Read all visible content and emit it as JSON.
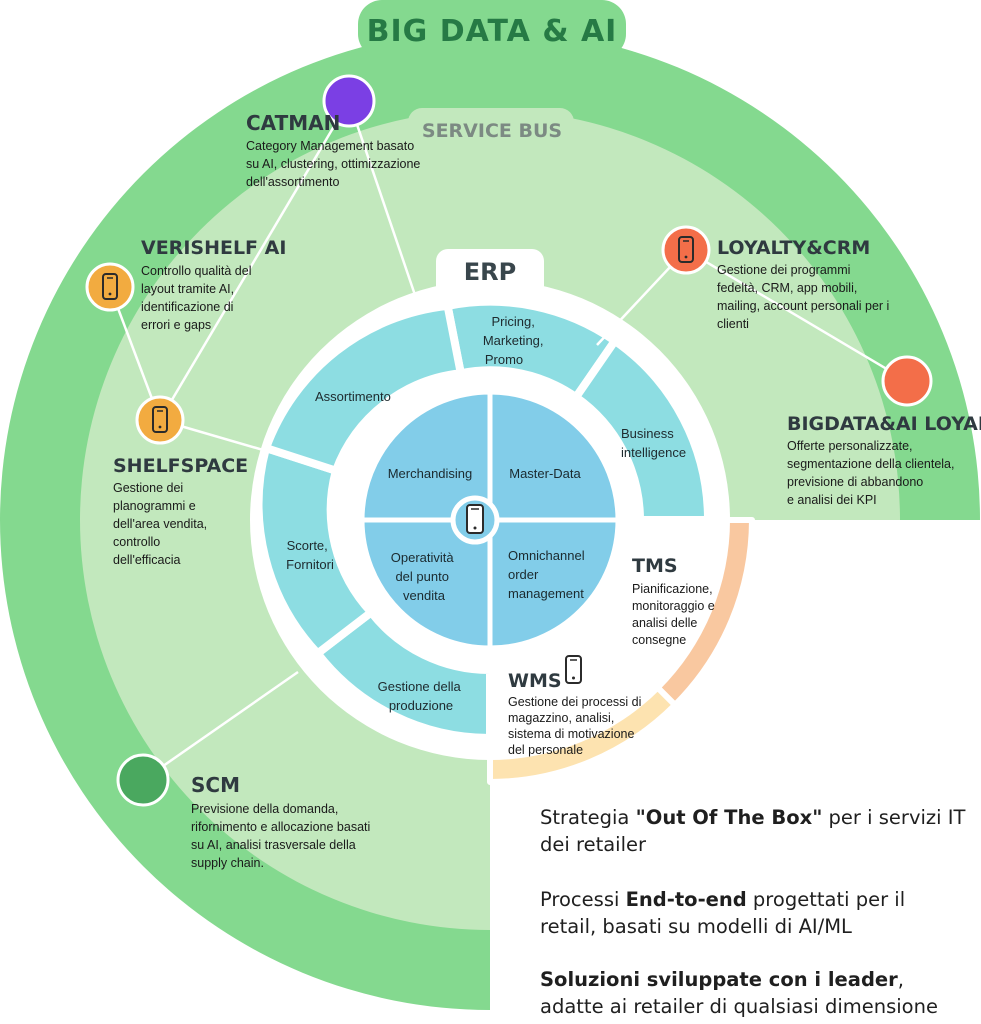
{
  "header": {
    "title": "BIG DATA & AI"
  },
  "service_bus": {
    "label": "SERVICE BUS"
  },
  "erp": {
    "label": "ERP"
  },
  "center": {
    "merchandising": "Merchandising",
    "master_data": "Master-Data",
    "operativita": [
      "Operatività",
      "del punto",
      "vendita"
    ],
    "omnichannel": [
      "Omnichannel",
      "order",
      "management"
    ]
  },
  "erp_sectors": {
    "pricing": [
      "Pricing,",
      "Marketing,",
      "Promo"
    ],
    "bi": [
      "Business",
      "intelligence"
    ],
    "gestione": [
      "Gestione della",
      "produzione"
    ],
    "scorte": [
      "Scorte,",
      "Fornitori"
    ],
    "assortimento": [
      "Assortimento"
    ]
  },
  "tms": {
    "title": "TMS",
    "desc": [
      "Pianificazione,",
      "monitoraggio e",
      "analisi delle",
      "consegne"
    ]
  },
  "wms": {
    "title": "WMS",
    "desc": [
      "Gestione dei processi di",
      "magazzino, analisi,",
      "sistema di motivazione",
      "del personale"
    ]
  },
  "modules": {
    "catman": {
      "title": "CATMAN",
      "desc": [
        "Category Management basato",
        "su AI, clustering, ottimizzazione",
        "dell'assortimento"
      ]
    },
    "verishelf": {
      "title": "VERISHELF AI",
      "desc": [
        "Controllo qualità del",
        "layout tramite AI,",
        "identificazione di",
        "errori e gaps"
      ]
    },
    "shelfspace": {
      "title": "SHELFSPACE",
      "desc": [
        "Gestione dei",
        "planogrammi e",
        "dell'area vendita,",
        "controllo",
        "dell'efficacia"
      ]
    },
    "loyalty_crm": {
      "title": "LOYALTY&CRM",
      "desc": [
        "Gestione dei programmi",
        "fedeltà, CRM, app mobili,",
        "mailing, account personali per i",
        "clienti"
      ]
    },
    "bigdata_loyalty": {
      "title": "BIGDATA&AI LOYALTY",
      "desc": [
        "Offerte personalizzate,",
        "segmentazione della clientela,",
        "previsione di abbandono",
        "e analisi dei KPI"
      ]
    },
    "scm": {
      "title": "SCM",
      "desc": [
        "Previsione della domanda,",
        "rifornimento e allocazione basati",
        "su AI, analisi trasversale della",
        "supply chain."
      ]
    }
  },
  "statements": [
    {
      "pre": "Strategia ",
      "bold": "\"Out Of The Box\"",
      "post": " per i servizi IT dei retailer"
    },
    {
      "pre": "Processi ",
      "bold": "End-to-end",
      "post": " progettati per il retail, basati su modelli di AI/ML"
    },
    {
      "pre": "",
      "bold": "Soluzioni sviluppate con i leader",
      "post": ", adatte ai retailer di qualsiasi dimensione"
    }
  ],
  "colors": {
    "outer_green": "#84d98f",
    "service_bus": "#c2e8bd",
    "erp_ring": "#8ddde2",
    "center": "#82cde9",
    "tms": "#f9c8a0",
    "wms": "#fde3b0",
    "catman_dot": "#7b3fe4",
    "mobile_dot": "#f2ab40",
    "loyalty_dot": "#f36e49",
    "scm_dot": "#4aa85f"
  }
}
